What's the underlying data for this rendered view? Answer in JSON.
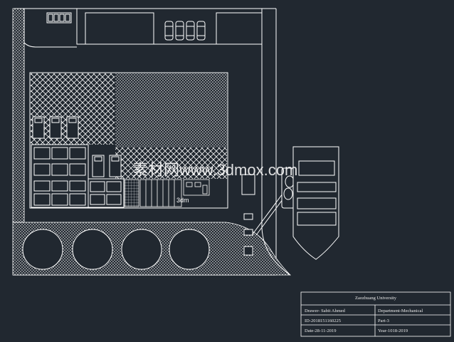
{
  "watermark": "素材网www.3dmox.com",
  "stamp_label": "3dm",
  "title_block": {
    "university": "Zaozhuang University",
    "drawer": "Drawer- Sabit Ahmed",
    "department": "Department-Mechanical",
    "id": "ID-2018151160225",
    "part": "Part-3",
    "date": "Date-28-11-2019",
    "year": "Year-1018-2019"
  },
  "colors": {
    "background": "#212830",
    "line": "#ffffff"
  }
}
